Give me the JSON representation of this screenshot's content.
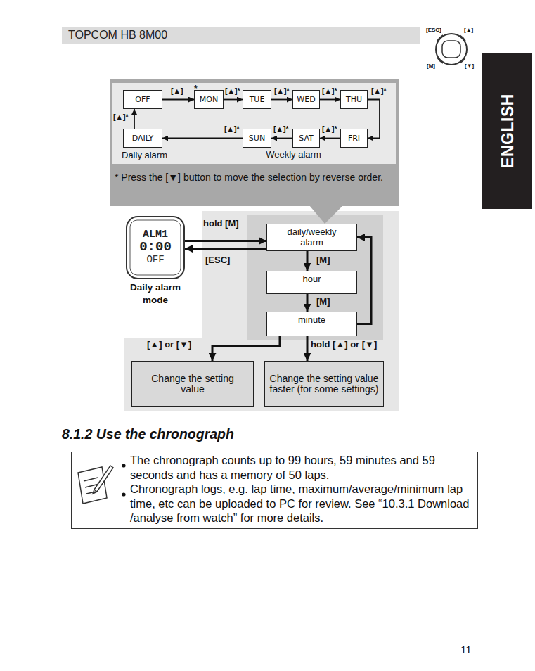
{
  "diagram": {
    "nodes": [
      {
        "text": [
          "TOPCOM HB 8M00"
        ]
      },
      {
        "text": [
          "ENGLISH"
        ]
      },
      {
        "text": [
          "* Press the [▼] button to move the selection by reverse order."
        ]
      },
      {
        "text": [
          "Weekly alarm"
        ],
        "in": 2
      },
      {
        "text": [
          "OFF"
        ],
        "in": 2
      },
      {
        "text": [
          "MON"
        ],
        "in": 3
      },
      {
        "text": [
          "TUE"
        ],
        "in": 3
      },
      {
        "text": [
          "WED"
        ],
        "in": 3
      },
      {
        "text": [
          "THU"
        ],
        "in": 3
      },
      {
        "text": [
          "FRI"
        ],
        "in": 3
      },
      {
        "text": [
          "SAT"
        ],
        "in": 3
      },
      {
        "text": [
          "SUN"
        ],
        "in": 3
      },
      {
        "text": [
          "DAILY",
          "Daily alarm"
        ],
        "in": 2
      },
      {
        "text": [
          "ALM1",
          "0:00",
          "OFF",
          "Daily alarm mode"
        ]
      },
      {
        "text": [
          "daily/weekly alarm"
        ]
      },
      {
        "text": [
          "hour"
        ]
      },
      {
        "text": [
          "minute"
        ]
      },
      {
        "text": [
          "Change the setting value"
        ]
      },
      {
        "text": [
          "Change the setting value faster (for some settings)"
        ]
      },
      {
        "text": [
          "The chronograph counts up to 99 hours, 59 minutes and 59 seconds and has a memory of 50 laps.",
          "Chronograph logs, e.g. lap time, maximum/average/minimum lap time, etc can be uploaded to PC for review. See “10.3.1 Download /analyse from watch” for more details."
        ]
      }
    ],
    "edges": [
      {
        "from": 4,
        "to": 5,
        "label": "[▲]",
        "arrow": "to"
      },
      {
        "from": 5,
        "to": 6,
        "label": "[▲]*",
        "arrow": "to"
      },
      {
        "from": 6,
        "to": 7,
        "label": "[▲]*",
        "arrow": "to"
      },
      {
        "from": 7,
        "to": 8,
        "label": "[▲]*",
        "arrow": "to"
      },
      {
        "from": 8,
        "to": 9,
        "label": "[▲]*",
        "arrow": "to"
      },
      {
        "from": 9,
        "to": 10,
        "label": "[▲]*",
        "arrow": "to"
      },
      {
        "from": 10,
        "to": 11,
        "label": "[▲]*",
        "arrow": "to"
      },
      {
        "from": 11,
        "to": 12,
        "label": "[▲]*",
        "arrow": "to"
      },
      {
        "from": 12,
        "to": 4,
        "label": "[▲]*",
        "arrow": "to"
      },
      {
        "from": 13,
        "to": 14,
        "label": "hold [M]",
        "arrow": "to"
      },
      {
        "from": 14,
        "to": 13,
        "label": "[ESC]",
        "arrow": "to"
      },
      {
        "from": 14,
        "to": 15,
        "label": "[M]",
        "arrow": "to"
      },
      {
        "from": 15,
        "to": 16,
        "label": "[M]",
        "arrow": "to"
      },
      {
        "from": 16,
        "to": 14,
        "arrow": "to"
      },
      {
        "from": 16,
        "to": 17,
        "label": "[▲] or [▼]",
        "arrow": "to"
      },
      {
        "from": 16,
        "to": 18,
        "label": "hold [▲] or [▼]",
        "arrow": "to"
      }
    ],
    "labels": [
      "*",
      "[ESC]",
      "[▲]",
      "[M]",
      "[▼]",
      "8.1.2 Use the chronograph",
      "11"
    ]
  }
}
